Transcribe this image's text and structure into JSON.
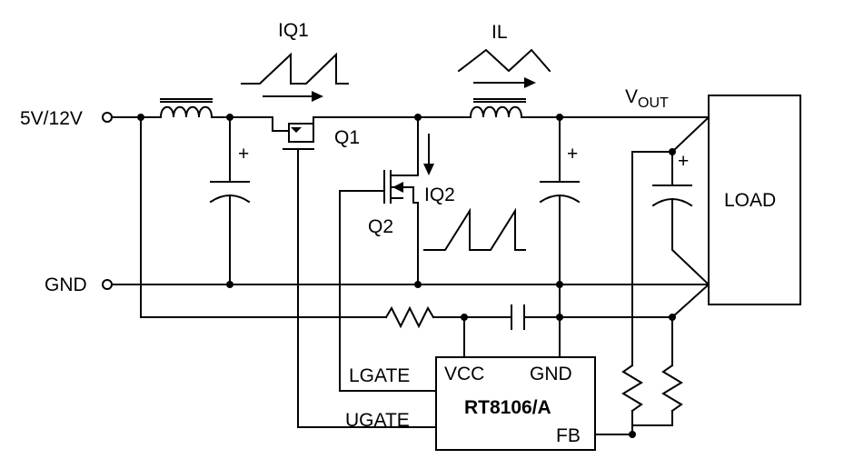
{
  "labels": {
    "input": "5V/12V",
    "gnd": "GND",
    "iq1": "IQ1",
    "il": "IL",
    "q1": "Q1",
    "q2": "Q2",
    "iq2": "IQ2",
    "vout_main": "V",
    "vout_sub": "OUT",
    "load": "LOAD",
    "lgate": "LGATE",
    "ugate": "UGATE",
    "chip_name": "RT8106/A",
    "pin_vcc": "VCC",
    "pin_gnd": "GND",
    "pin_fb": "FB",
    "plus": "+"
  }
}
